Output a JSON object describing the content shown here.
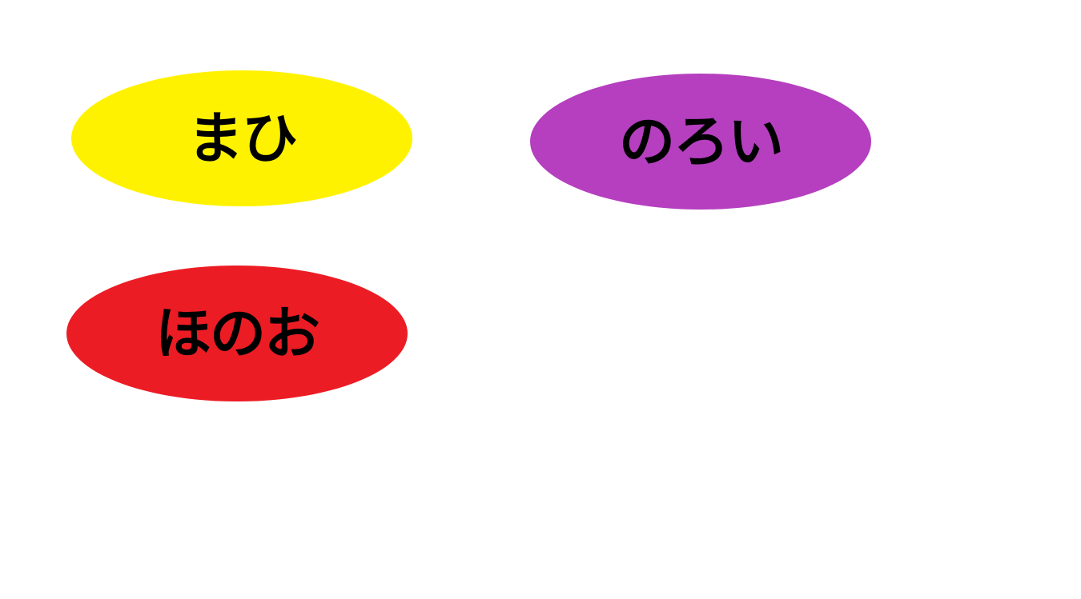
{
  "ovals": [
    {
      "label": "まひ",
      "color": "#FFF200"
    },
    {
      "label": "のろい",
      "color": "#B53FBF"
    },
    {
      "label": "ほのお",
      "color": "#EC1C24"
    }
  ]
}
